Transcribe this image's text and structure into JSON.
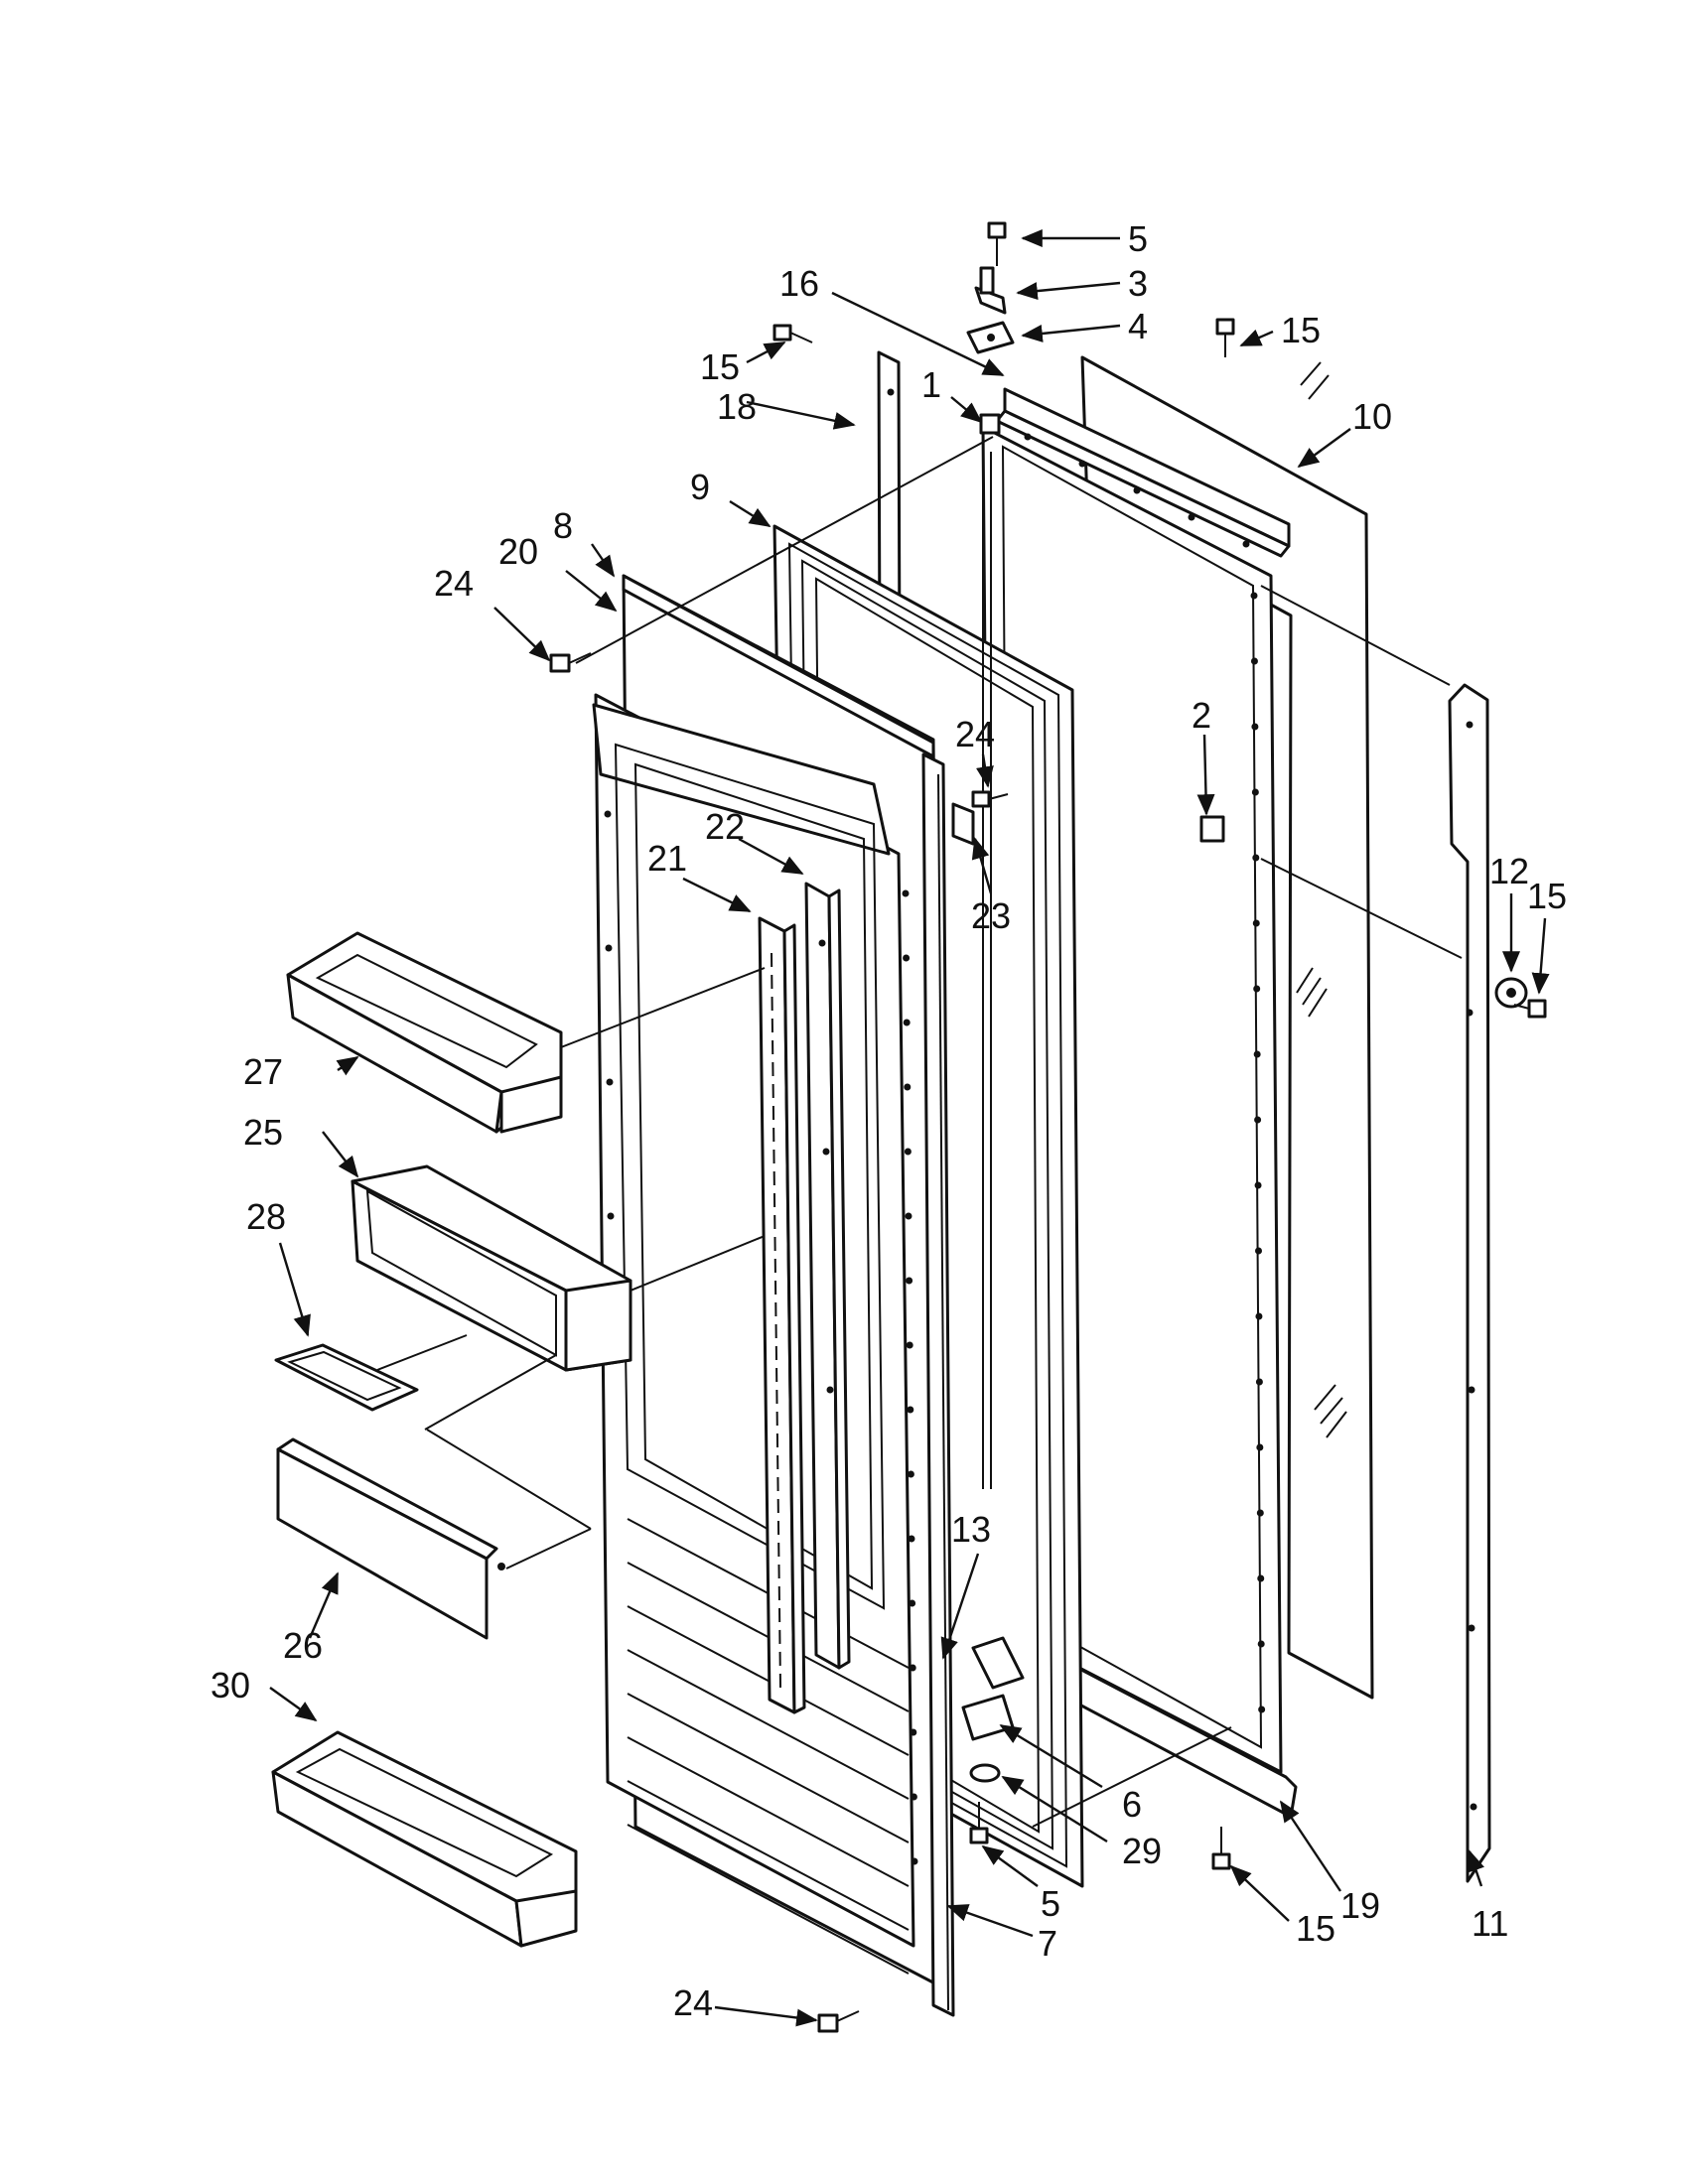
{
  "diagram": {
    "callouts": {
      "c1": "1",
      "c2": "2",
      "c3": "3",
      "c4": "4",
      "c5a": "5",
      "c5b": "5",
      "c6": "6",
      "c7": "7",
      "c8": "8",
      "c9": "9",
      "c10": "10",
      "c11": "11",
      "c12": "12",
      "c13": "13",
      "c15a": "15",
      "c15b": "15",
      "c15c": "15",
      "c15d": "15",
      "c16": "16",
      "c18": "18",
      "c19": "19",
      "c20": "20",
      "c21": "21",
      "c22": "22",
      "c23": "23",
      "c24a": "24",
      "c24b": "24",
      "c24c": "24",
      "c25": "25",
      "c26": "26",
      "c27": "27",
      "c28": "28",
      "c29": "29",
      "c30": "30"
    }
  }
}
